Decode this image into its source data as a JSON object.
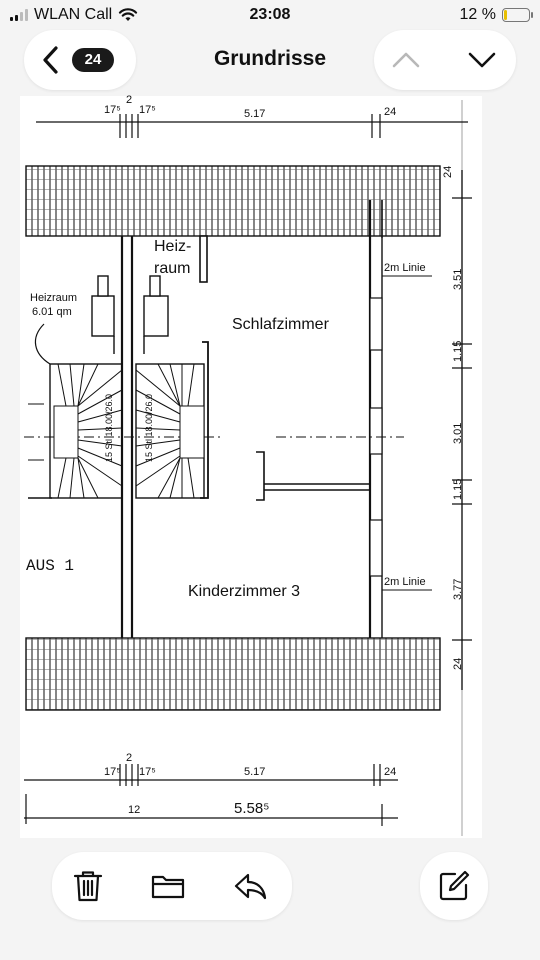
{
  "status_bar": {
    "carrier": "WLAN Call",
    "time": "23:08",
    "battery_percent_text": "12 %",
    "battery_level": 0.12
  },
  "nav": {
    "badge_count": "24",
    "title": "Grundrisse",
    "icons": [
      "chevron-left-icon",
      "chevron-up-icon",
      "chevron-down-icon"
    ]
  },
  "plan": {
    "rooms": {
      "heizraum_top": "Heiz-",
      "heizraum_bottom": "raum",
      "schlafzimmer": "Schlafzimmer",
      "kinderzimmer": "Kinderzimmer 3",
      "haus": "AUS 1",
      "heizraum_left": "Heizraum",
      "heizraum_area": "6.01 qm"
    },
    "dims_top": {
      "a": "17⁵",
      "b": "2",
      "c": "17⁵",
      "d": "5.17",
      "e": "24"
    },
    "dims_bottom": {
      "a": "17⁵",
      "b": "2",
      "c": "17⁵",
      "d": "5.17",
      "e": "24",
      "total": "5.58⁵",
      "mark": "12"
    },
    "dims_right": {
      "r1": "24",
      "r2": "3.51",
      "r3": "1.15",
      "r4": "3.01",
      "r5": "1.15",
      "r6": "3.77",
      "r7": "24"
    },
    "linie_1": "2m Linie",
    "linie_2": "2m Linie",
    "stairs_left": "15 Stl 18.00/26.0",
    "stairs_right": "15 Stl 18.00/26.0"
  },
  "toolbar": {
    "icons": [
      "trash-icon",
      "folder-icon",
      "reply-icon",
      "edit-icon"
    ]
  }
}
